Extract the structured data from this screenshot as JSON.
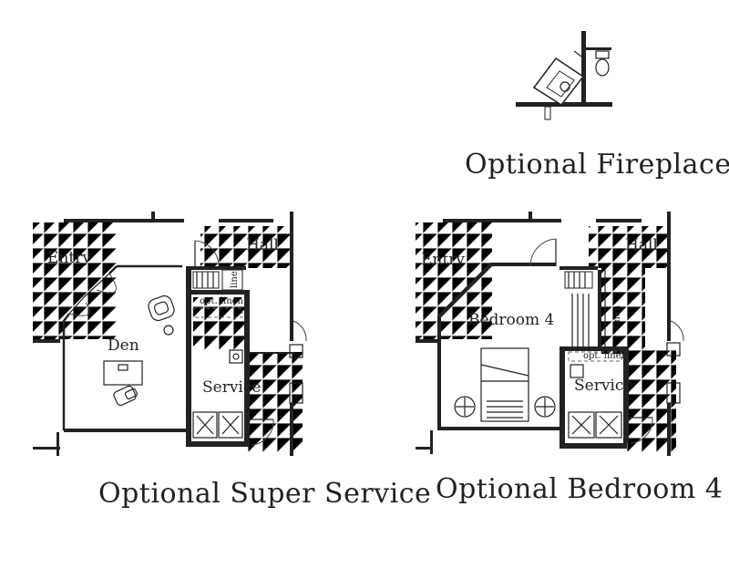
{
  "captions": {
    "fireplace": "Optional Fireplace",
    "super_service": "Optional Super Service",
    "bedroom4": "Optional Bedroom 4"
  },
  "super_service_plan": {
    "entry": "Entry",
    "hall": "Hall",
    "den": "Den",
    "service": "Service",
    "opt_linen": "opt. linen",
    "linen": "linen"
  },
  "bedroom4_plan": {
    "entry": "Entry",
    "hall": "Hall",
    "bedroom": "Bedroom 4",
    "service": "Service",
    "opt_linen": "opt. linen",
    "linen": "linen"
  }
}
